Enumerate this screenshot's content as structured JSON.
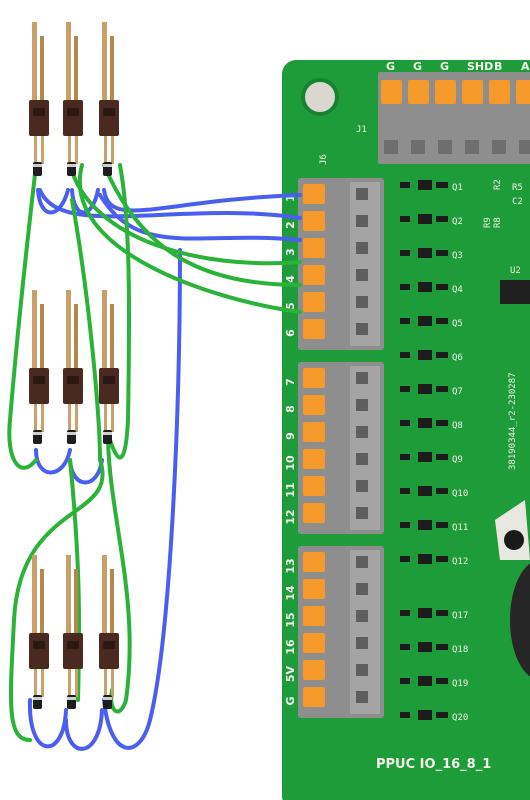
{
  "board": {
    "name": "PPUC IO_16_8_1",
    "header_label": "J1",
    "side_connector_label": "J6",
    "top_pins": [
      "G",
      "G",
      "G",
      "SHD",
      "B",
      "A"
    ],
    "side_pins": [
      "1",
      "2",
      "3",
      "4",
      "5",
      "6",
      "7",
      "8",
      "9",
      "10",
      "11",
      "12",
      "13",
      "14",
      "15",
      "16",
      "5V",
      "G"
    ],
    "transistors": [
      "Q1",
      "Q2",
      "Q3",
      "Q4",
      "Q5",
      "Q6",
      "Q7",
      "Q8",
      "Q9",
      "Q10",
      "Q11",
      "Q12",
      "Q17",
      "Q18",
      "Q19",
      "Q20"
    ],
    "extra_labels": [
      "U2",
      "C2",
      "R5",
      "R2",
      "R8",
      "R9"
    ],
    "version_text": "38190344_r2-230287"
  },
  "colors": {
    "pcb": "#1f9c3a",
    "pcb_dark": "#178230",
    "terminal_body": "#8e8e8e",
    "terminal_lever": "#f59a2a",
    "wire_green": "#2bb238",
    "wire_blue": "#4a5ef0",
    "post_brass": "#c8a06a",
    "post_housing": "#4a2a20"
  },
  "switches": {
    "count": 9,
    "rows": 3,
    "columns": 3
  }
}
